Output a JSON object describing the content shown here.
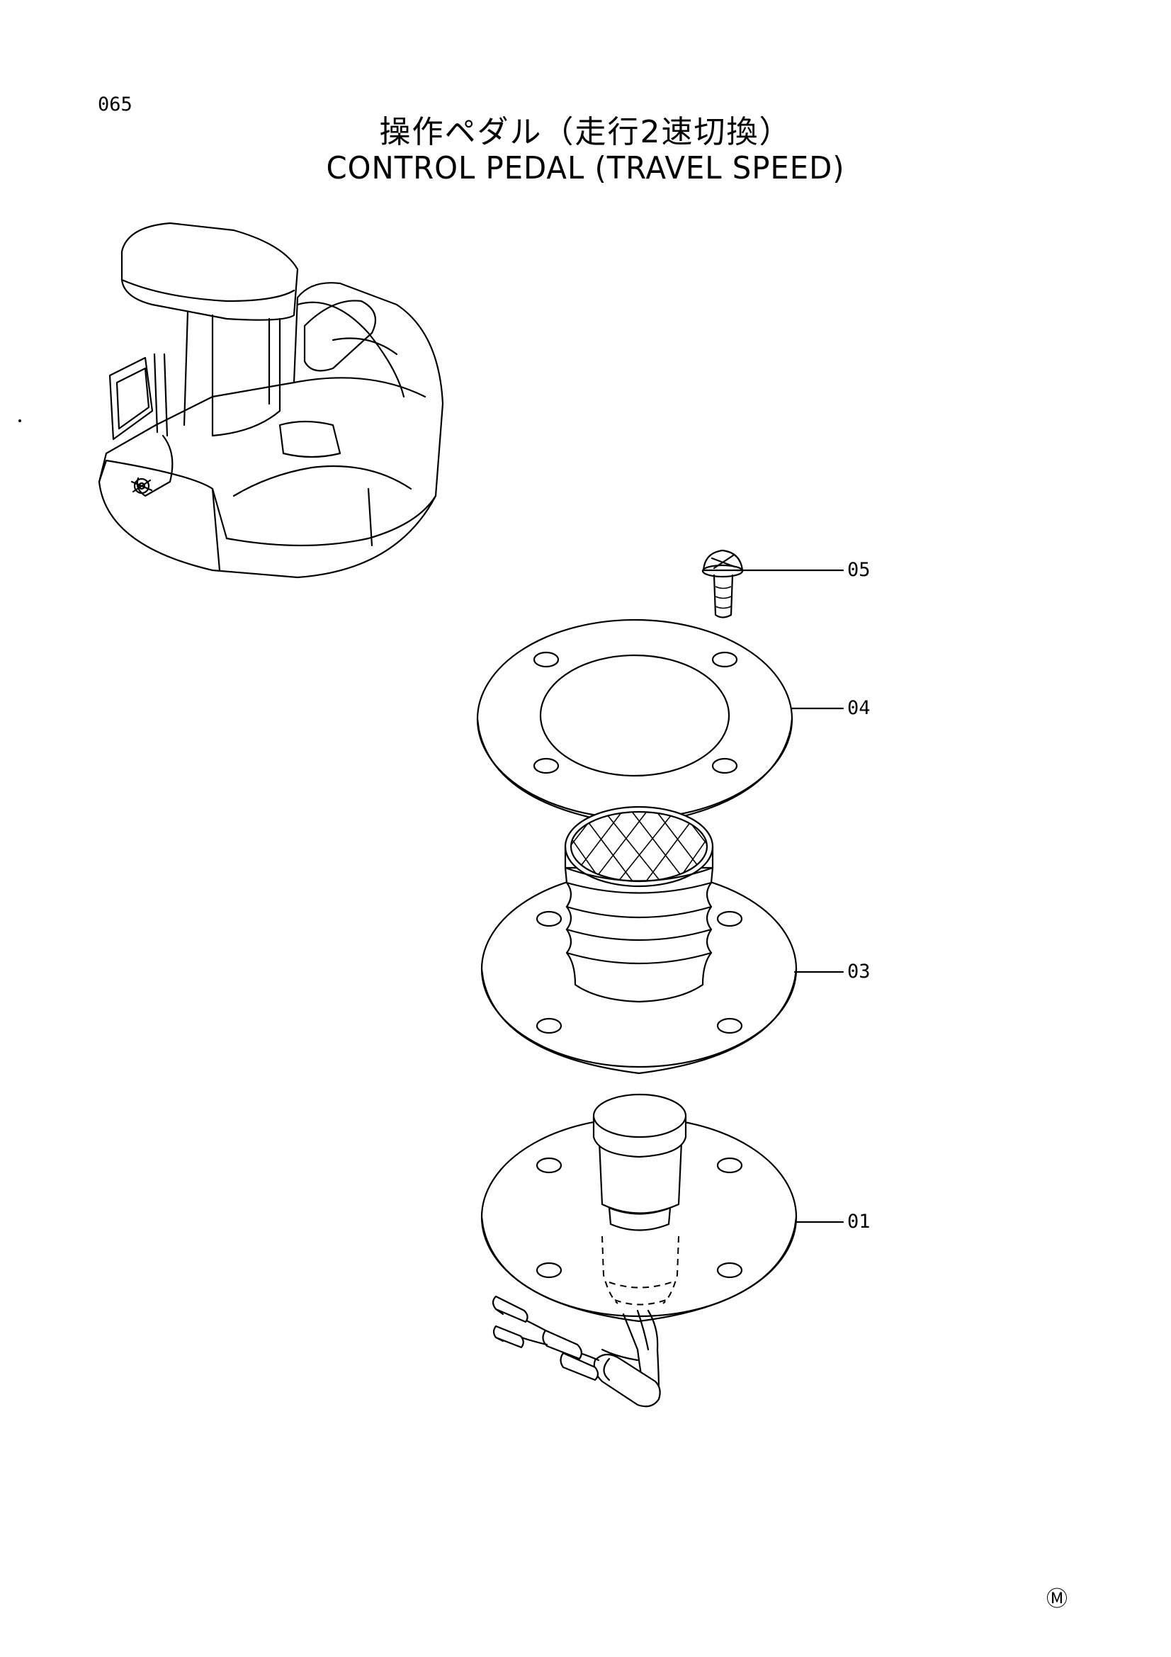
{
  "page_number": "065",
  "title_jp": "操作ペダル（走行2速切換）",
  "title_en": "CONTROL PEDAL (TRAVEL SPEED)",
  "callouts": [
    {
      "id": "05",
      "label": "05"
    },
    {
      "id": "04",
      "label": "04"
    },
    {
      "id": "03",
      "label": "03"
    },
    {
      "id": "01",
      "label": "01"
    }
  ],
  "corner_mark": "Ⓜ"
}
